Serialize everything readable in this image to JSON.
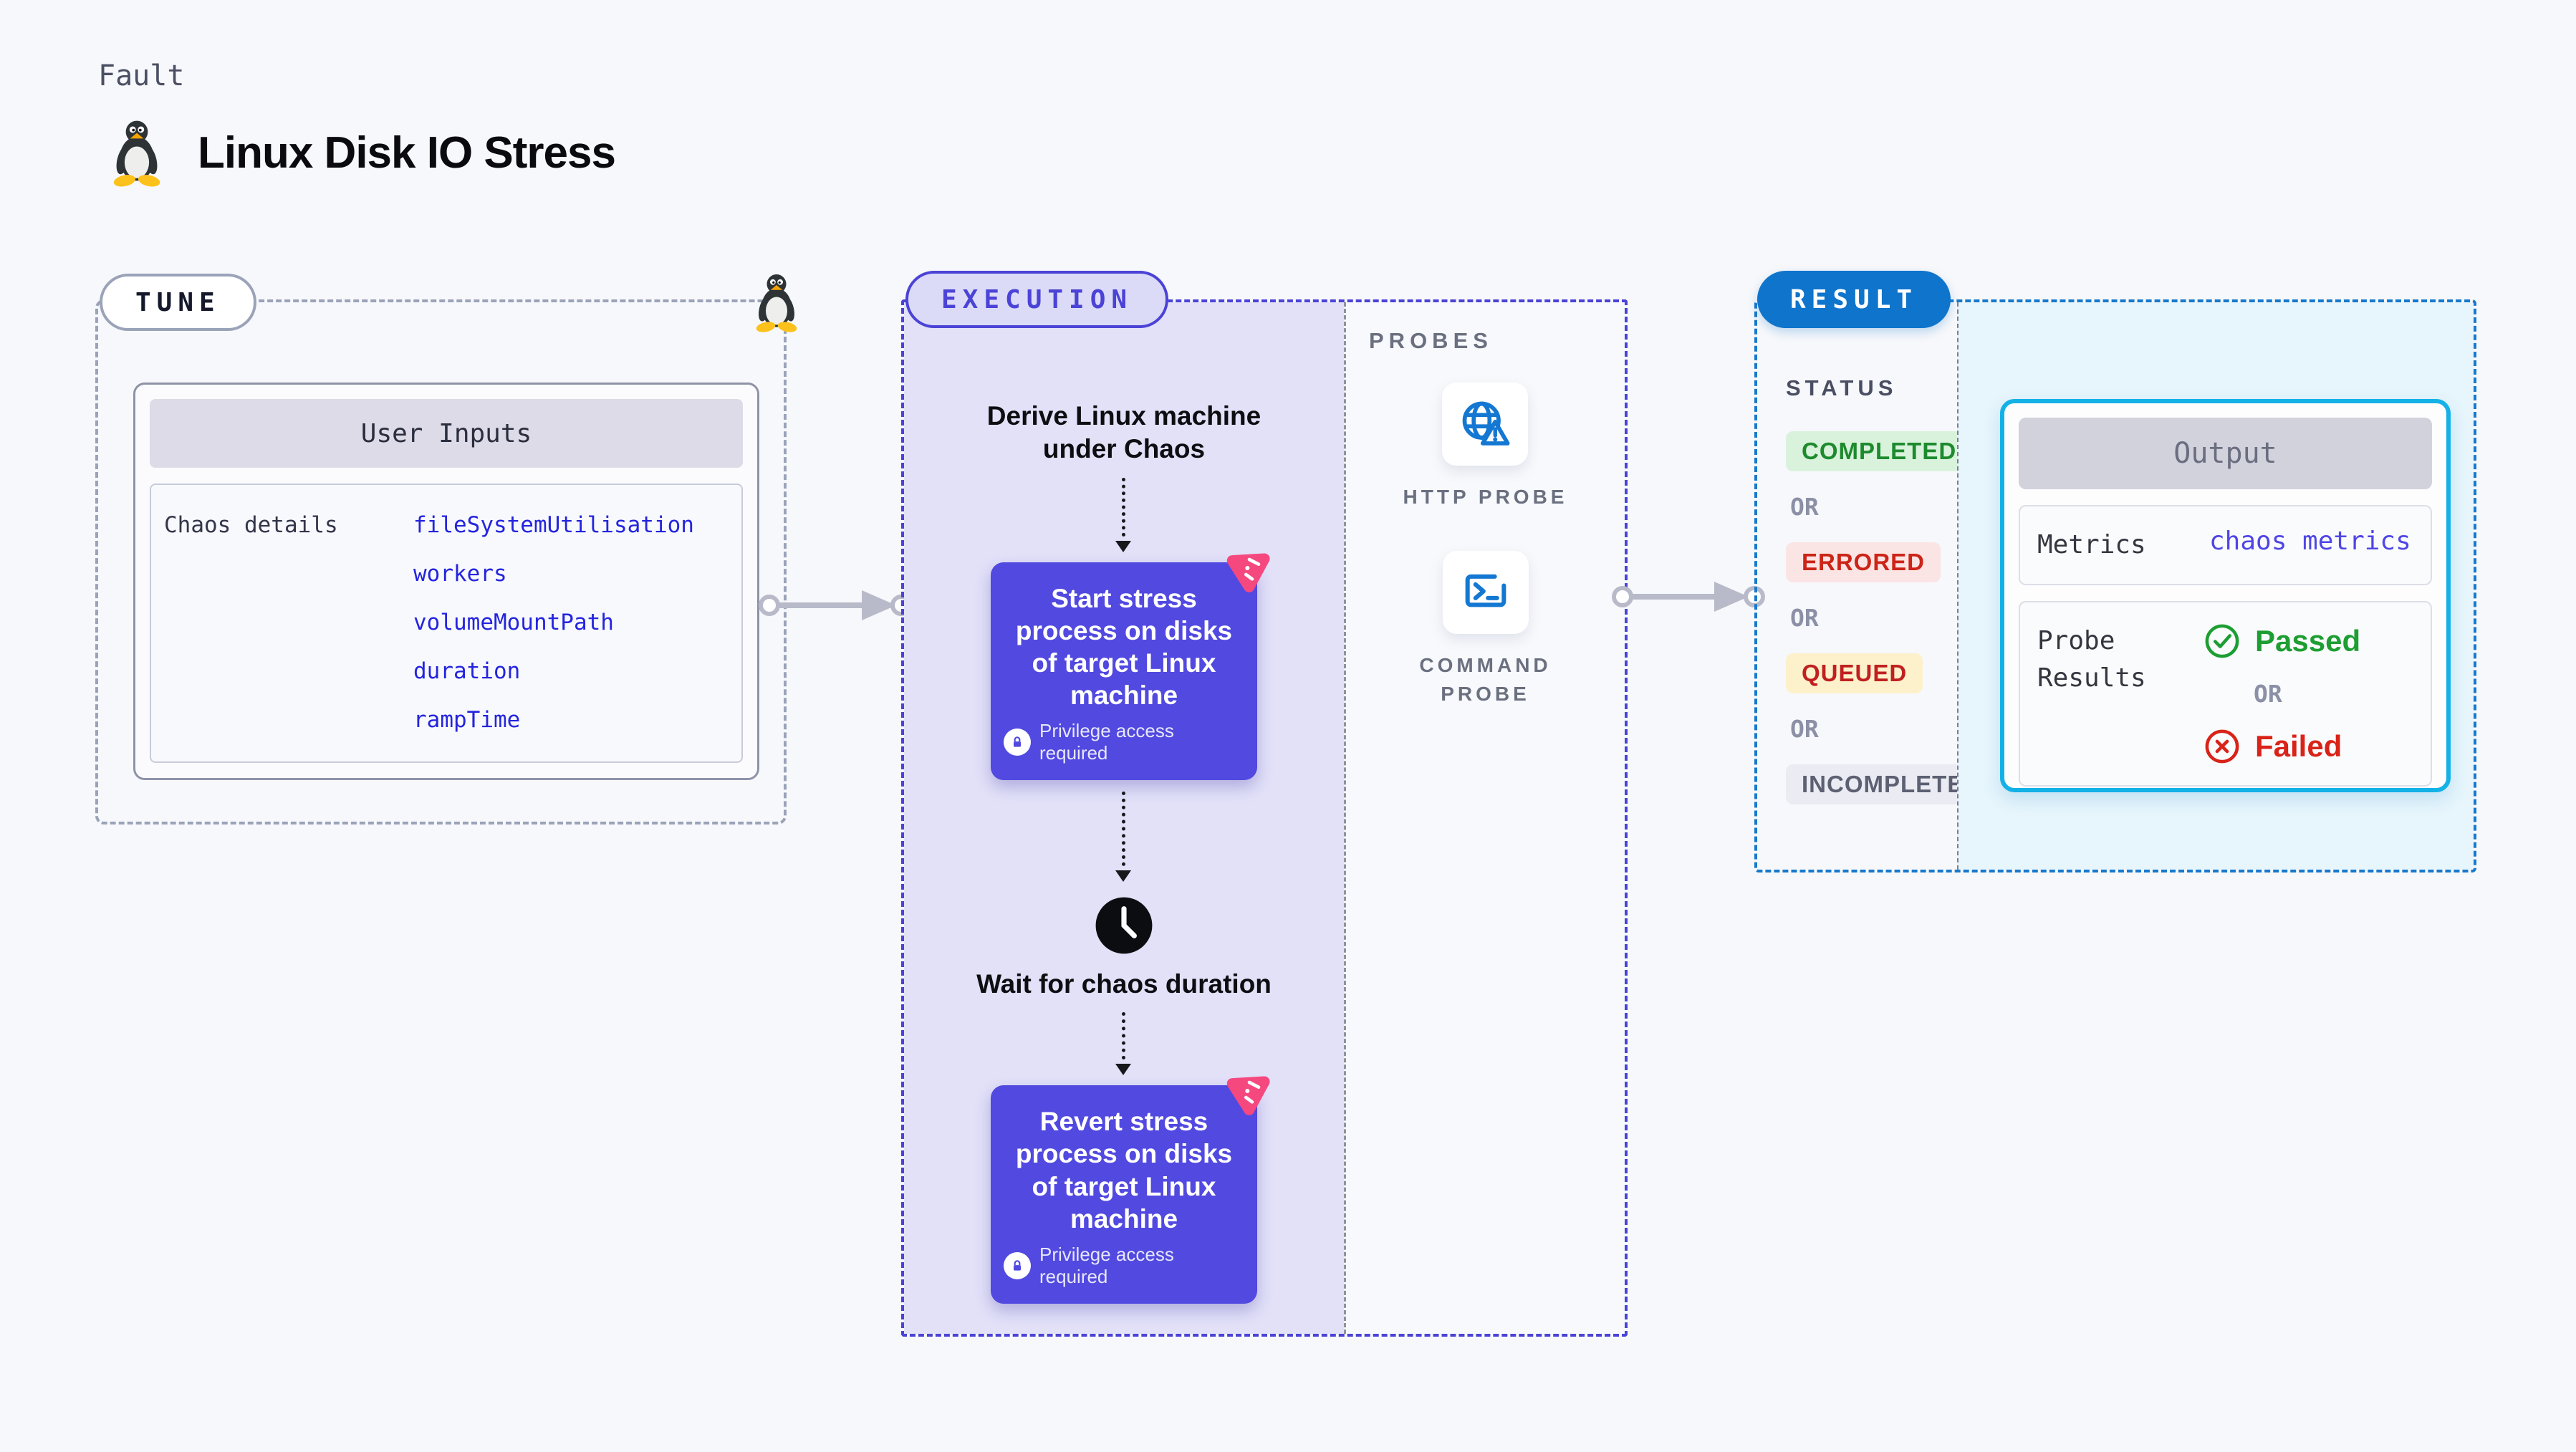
{
  "header": {
    "fault_label": "Fault",
    "title": "Linux Disk IO Stress",
    "title_icon": "tux-penguin-icon"
  },
  "tune": {
    "badge": "TUNE",
    "corner_icon": "tux-penguin-icon",
    "card": {
      "header": "User Inputs",
      "row_label": "Chaos details",
      "params": [
        "fileSystemUtilisation",
        "workers",
        "volumeMountPath",
        "duration",
        "rampTime"
      ]
    }
  },
  "execution": {
    "badge": "EXECUTION",
    "derive_text": "Derive Linux machine under Chaos",
    "wait_text": "Wait for chaos duration",
    "wait_icon": "clock-icon",
    "steps": {
      "start": {
        "text": "Start stress process on disks of target Linux machine",
        "note": "Privilege access required",
        "note_icon": "lock-icon",
        "corner_icon": "chaos-logo-icon"
      },
      "revert": {
        "text": "Revert stress process on disks of target Linux machine",
        "note": "Privilege access required",
        "note_icon": "lock-icon",
        "corner_icon": "chaos-logo-icon"
      }
    }
  },
  "probes": {
    "label": "PROBES",
    "items": [
      {
        "label": "HTTP PROBE",
        "icon": "globe-alert-icon"
      },
      {
        "label": "COMMAND PROBE",
        "icon": "terminal-icon"
      }
    ]
  },
  "result": {
    "badge": "RESULT",
    "status_label": "STATUS",
    "or_label": "OR",
    "statuses": [
      {
        "label": "COMPLETED",
        "fg": "#1d8a2e",
        "bg": "#d9f2dc"
      },
      {
        "label": "ERRORED",
        "fg": "#cc2418",
        "bg": "#fbe5e4"
      },
      {
        "label": "QUEUED",
        "fg": "#c02020",
        "bg": "#fdf1cb"
      },
      {
        "label": "INCOMPLETED",
        "fg": "#5c6072",
        "bg": "#ebecf3"
      }
    ]
  },
  "output": {
    "header": "Output",
    "metrics_label": "Metrics",
    "metrics_value": "chaos metrics",
    "probe_results_label": "Probe Results",
    "passed_label": "Passed",
    "or_label": "OR",
    "failed_label": "Failed",
    "passed_icon": "check-circle-icon",
    "failed_icon": "x-circle-icon"
  },
  "colors": {
    "page_bg": "#f7f8fb",
    "tune_dash": "#9aa3b8",
    "indigo_dash": "#4b43d6",
    "execution_fill": "#e2e1f8",
    "step_box": "#5149e0",
    "param_blue": "#2424de",
    "probe_icon_blue": "#1478d2",
    "probe_text_gray": "#6b7080",
    "result_dash": "#1779cc",
    "result_pill": "#0e74cc",
    "result_fill": "#e7f5fc",
    "output_border": "#14b1e7",
    "metrics_value_color": "#4f46e5",
    "passed_green": "#1d9e32",
    "failed_red": "#d92319",
    "chaos_pink": "#f5487f",
    "connector_gray": "#b9bac9"
  }
}
